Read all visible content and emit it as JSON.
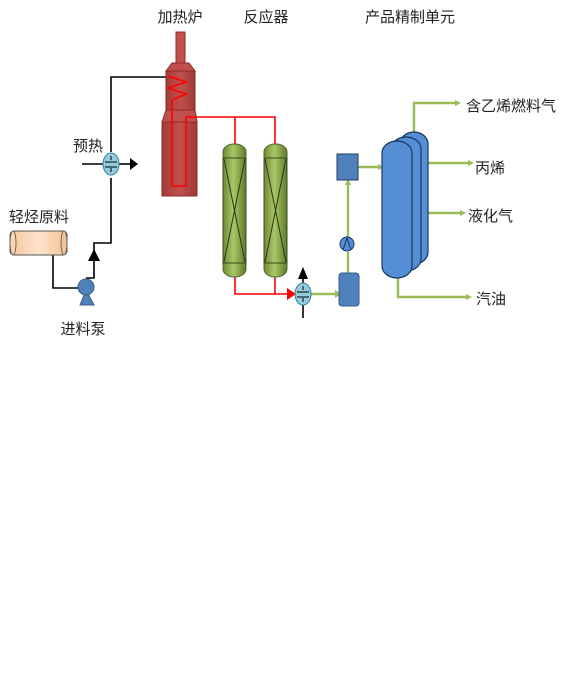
{
  "labels": {
    "furnace": "加热炉",
    "reactor": "反应器",
    "refining_unit": "产品精制单元",
    "preheat": "预热",
    "feedstock": "轻烃原料",
    "feed_pump": "进料泵",
    "fuel_gas": "含乙烯燃料气",
    "propylene": "丙烯",
    "lpg": "液化气",
    "gasoline": "汽油"
  },
  "colors": {
    "furnace": "#c0504d",
    "furnace_dark": "#8b2a27",
    "hot_stream": "#ff0000",
    "reactor_light": "#9bbb59",
    "reactor_dark": "#5f7a2a",
    "product_stream": "#9bbb59",
    "column": "#558ed5",
    "column_dark": "#17375e",
    "exchanger": "#93cddd",
    "pump": "#4f81bd",
    "feed_tank": "#fcd5b5",
    "line": "#000000"
  }
}
